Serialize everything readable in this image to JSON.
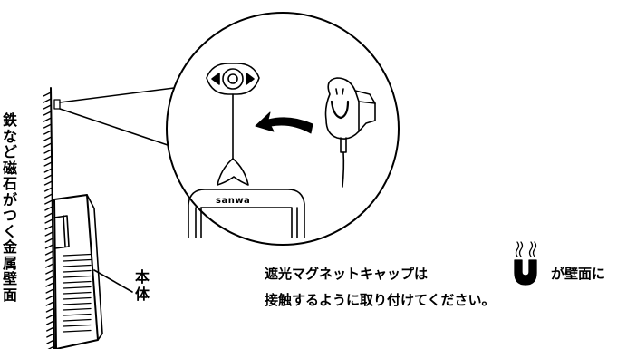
{
  "labels": {
    "wall": "鉄など磁石がつく金属壁面",
    "main_unit": "本体",
    "brand": "sanwa"
  },
  "note": {
    "line1_before": "遮光マグネットキャップは",
    "line1_after": "が壁面に",
    "line2": "接触するように取り付けてください。"
  },
  "icons": [
    "magnet-icon",
    "curved-arrow-icon"
  ]
}
